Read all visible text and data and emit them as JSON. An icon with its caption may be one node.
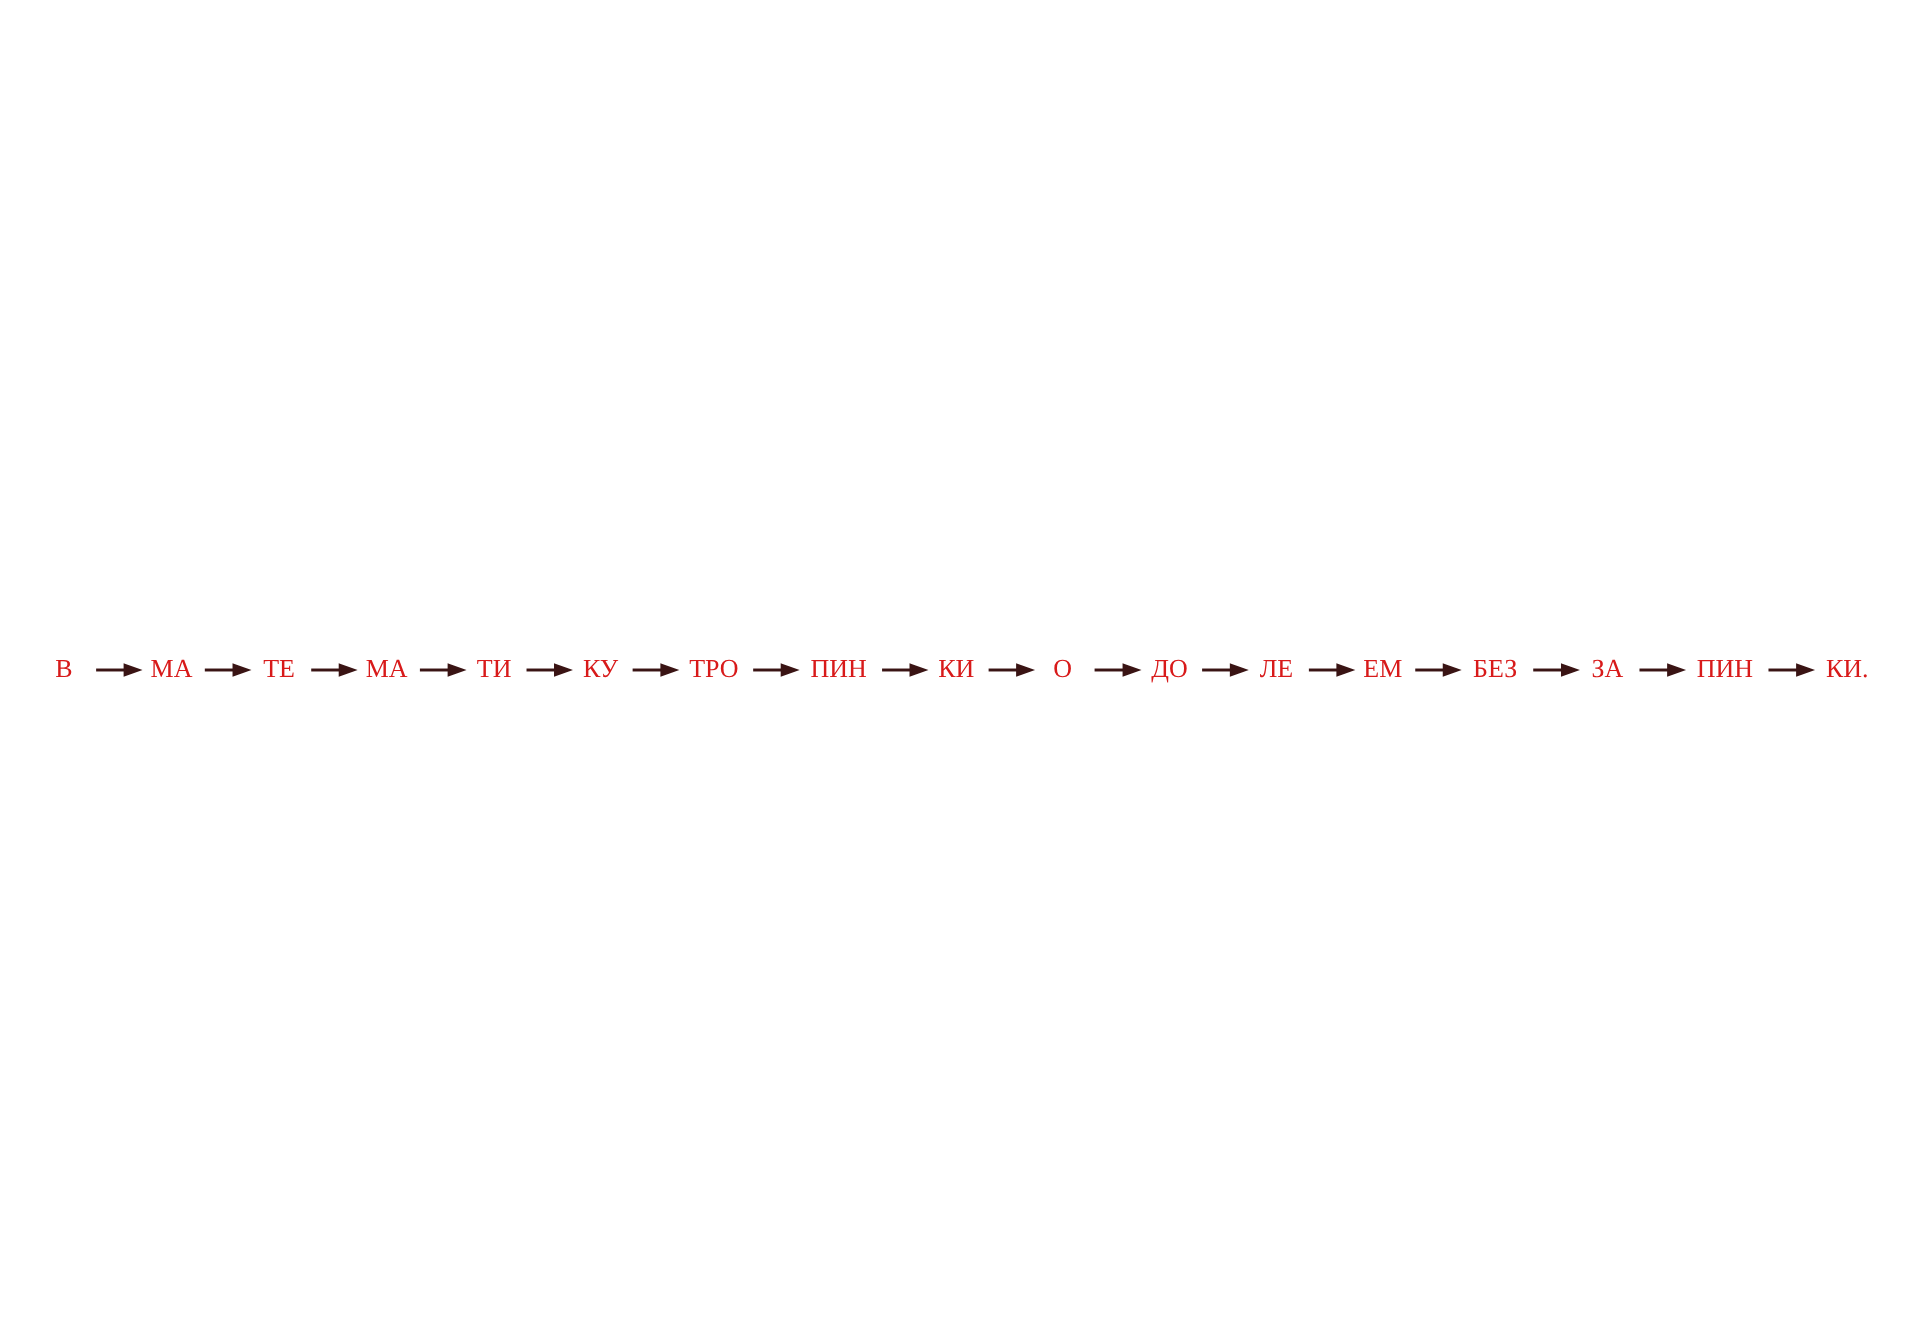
{
  "diagram": {
    "nodes": [
      {
        "text": [
          "О"
        ]
      },
      {
        "text": [
          "ДО"
        ]
      },
      {
        "text": [
          "ЛЕ"
        ]
      },
      {
        "text": [
          "КИ"
        ]
      },
      {
        "text": [
          "ПИН"
        ]
      },
      {
        "text": [
          "ТИ"
        ]
      },
      {
        "text": [
          "КУ"
        ]
      },
      {
        "text": [
          "ЕМ"
        ]
      },
      {
        "text": [
          "БЕЗ"
        ]
      },
      {
        "text": [
          "ТРО"
        ]
      },
      {
        "text": [
          "МА"
        ]
      },
      {
        "text": [
          "В"
        ]
      },
      {
        "text": [
          "ЗА"
        ]
      },
      {
        "text": [
          "МА"
        ]
      },
      {
        "text": [
          "ПИН"
        ]
      },
      {
        "text": [
          "ТЕ"
        ]
      },
      {
        "text": [
          "КИ."
        ]
      }
    ],
    "edges": [
      {
        "from": 11,
        "to": 10,
        "arrow": "to"
      },
      {
        "from": 10,
        "to": 15,
        "arrow": "to"
      },
      {
        "from": 15,
        "to": 13,
        "arrow": "to"
      },
      {
        "from": 13,
        "to": 5,
        "arrow": "to"
      },
      {
        "from": 5,
        "to": 6,
        "arrow": "to"
      },
      {
        "from": 6,
        "to": 9,
        "arrow": "to"
      },
      {
        "from": 9,
        "to": 4,
        "arrow": "to"
      },
      {
        "from": 4,
        "to": 3,
        "arrow": "to"
      },
      {
        "from": 3,
        "to": 0,
        "arrow": "to"
      },
      {
        "from": 0,
        "to": 1,
        "arrow": "to"
      },
      {
        "from": 1,
        "to": 2,
        "arrow": "to"
      },
      {
        "from": 2,
        "to": 7,
        "arrow": "to"
      },
      {
        "from": 7,
        "to": 8,
        "arrow": "to"
      },
      {
        "from": 8,
        "to": 12,
        "arrow": "to"
      },
      {
        "from": 12,
        "to": 14,
        "arrow": "to"
      },
      {
        "from": 14,
        "to": 16,
        "arrow": "to"
      }
    ]
  }
}
